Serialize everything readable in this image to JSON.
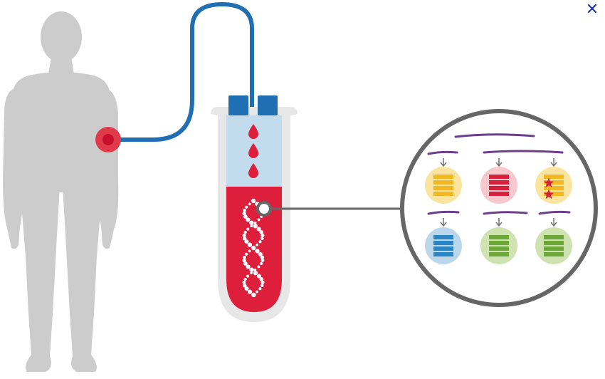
{
  "close_button": {
    "glyph": "✕",
    "icon": "close-icon",
    "color": "#1f3ca8"
  },
  "colors": {
    "body": "#cccccc",
    "tube_line": "#1f6fb2",
    "draw_site": "#e03a4a",
    "draw_site_inner": "#c8102e",
    "blood": "#dd1f3c",
    "plasma": "#c3dced",
    "tube_glass": "#e7e7e7",
    "cap": "#1f6fb2",
    "zoom_ring": "#666666",
    "dna": "#ffffff",
    "strand": "#6b3f8c",
    "arrow": "#777777",
    "star": "#d6203b"
  },
  "gene_cells": [
    {
      "id": "yellow-top",
      "fill": "#fbe3a0",
      "bars": "#f2b824",
      "mutated": false
    },
    {
      "id": "red-top",
      "fill": "#f7c9cc",
      "bars": "#d6203b",
      "mutated": false
    },
    {
      "id": "yellow-mutated",
      "fill": "#fbe3a0",
      "bars": "#f2b824",
      "mutated": true
    },
    {
      "id": "blue-bottom",
      "fill": "#bcd7ea",
      "bars": "#2a85c4",
      "mutated": false
    },
    {
      "id": "green-middle",
      "fill": "#cfe3b1",
      "bars": "#6ea838",
      "mutated": false
    },
    {
      "id": "green-right",
      "fill": "#cfe3b1",
      "bars": "#6ea838",
      "mutated": false
    }
  ]
}
